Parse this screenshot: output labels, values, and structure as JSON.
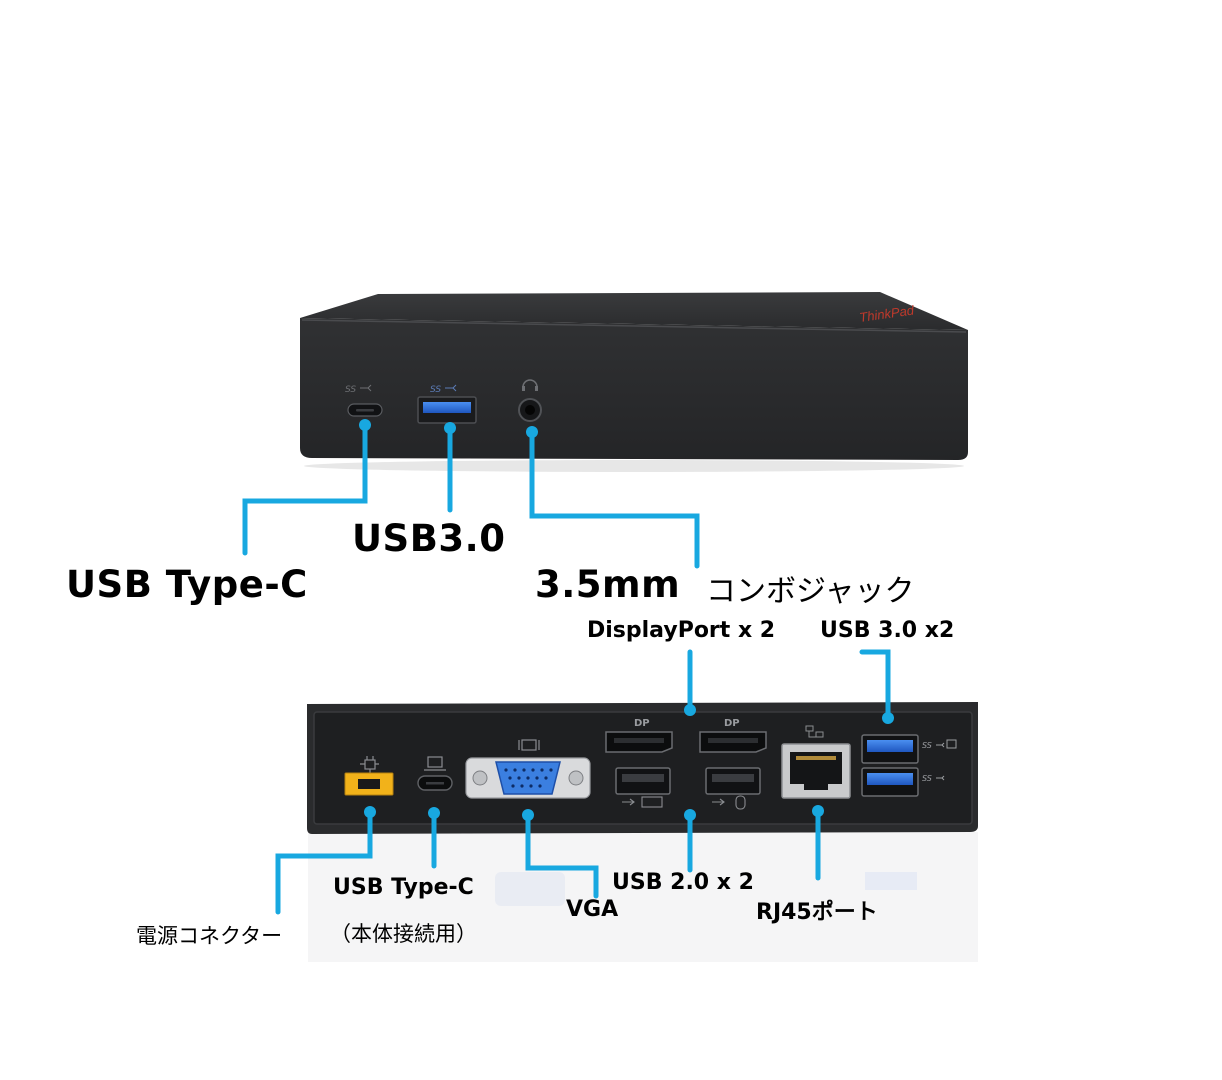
{
  "colors": {
    "leader_line": "#18a8e0",
    "device_body": "#2b2c2e",
    "device_shadow": "#1a1b1c",
    "port_blue": "#2f6fd6",
    "power_yellow": "#f2b21a",
    "vga_blue": "#3b7fe0"
  },
  "device_logo": "ThinkPad",
  "front_view": {
    "labels": {
      "usb_type_c": "USB Type-C",
      "usb30": "USB3.0",
      "audio_size": "3.5mm",
      "audio_name": "コンボジャック"
    },
    "port_markings": {
      "usb_c": "SS",
      "usb_a": "SS"
    }
  },
  "rear_view": {
    "labels": {
      "displayport": "DisplayPort x 2",
      "usb30_x2": "USB 3.0 x2",
      "usb_type_c": "USB Type-C",
      "usb_type_c_note": "（本体接続用）",
      "power": "電源コネクター",
      "vga": "VGA",
      "usb20_x2": "USB 2.0 x 2",
      "rj45": "RJ45ポート"
    },
    "port_markings": {
      "displayport": "DP",
      "usb30_top": "SS",
      "usb30_bottom": "SS"
    }
  }
}
